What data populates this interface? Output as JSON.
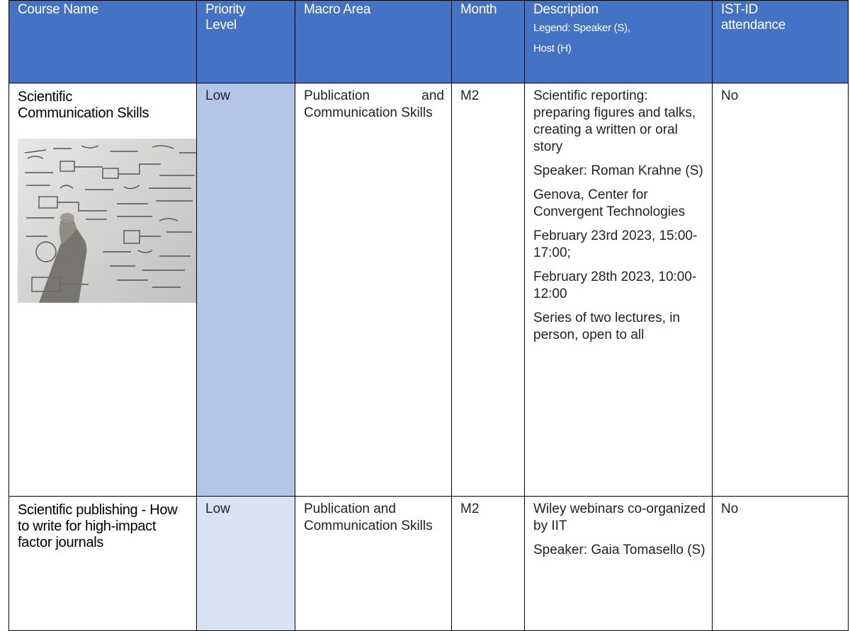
{
  "headers": {
    "course_name": "Course Name",
    "priority_level_1": "Priority",
    "priority_level_2": "Level",
    "macro_area": "Macro Area",
    "month": "Month",
    "description": "Description",
    "legend_1": "Legend: Speaker (S),",
    "legend_2": "Host (H)",
    "attendance_1": "IST-ID",
    "attendance_2": "attendance"
  },
  "rows": [
    {
      "course_name": "Scientific Communication Skills",
      "priority": "Low",
      "macro_area": "Publication and Communication Skills",
      "month": "M2",
      "description": [
        "Scientific reporting: preparing figures and talks, creating a written or oral story",
        "Speaker: Roman Krahne (S)",
        "Genova, Center for Convergent Technologies",
        "February 23rd 2023, 15:00-17:00;",
        "February 28th 2023, 10:00-12:00",
        "Series of two lectures, in person, open to all"
      ],
      "attendance": "No",
      "image": "whiteboard-formulas-hand-photo"
    },
    {
      "course_name": "Scientific publishing - How to write for high-impact factor journals",
      "priority": "Low",
      "macro_area": "Publication and Communication Skills",
      "month": "M2",
      "description": [
        "Wiley webinars co-organized by IIT",
        "Speaker: Gaia Tomasello (S)"
      ],
      "attendance": "No"
    }
  ],
  "colors": {
    "header_bg": "#4472c4",
    "priority_row1_bg": "#b4c6e7",
    "priority_row2_bg": "#d9e2f3"
  }
}
